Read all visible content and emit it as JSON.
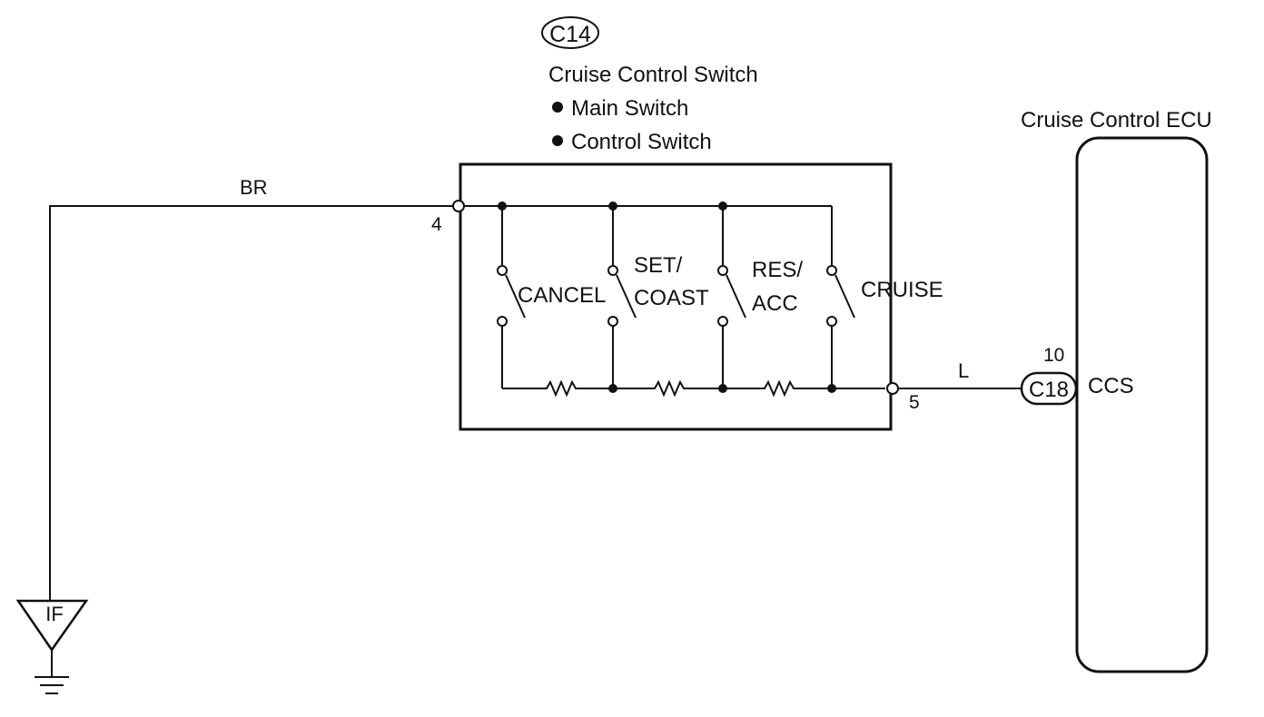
{
  "switch_assembly": {
    "connector_code": "C14",
    "title": "Cruise Control Switch",
    "bullets": [
      "Main Switch",
      "Control Switch"
    ],
    "switches": [
      {
        "label_lines": [
          "CANCEL"
        ]
      },
      {
        "label_lines": [
          "SET/",
          "COAST"
        ]
      },
      {
        "label_lines": [
          "RES/",
          "ACC"
        ]
      },
      {
        "label_lines": [
          "CRUISE"
        ]
      }
    ],
    "pin_in": "4",
    "pin_out": "5"
  },
  "wires": {
    "ground_wire_color": "BR",
    "signal_wire_color": "L"
  },
  "ground": {
    "label": "IF"
  },
  "ecu": {
    "title": "Cruise Control ECU",
    "connector_code": "C18",
    "pin_number": "10",
    "terminal": "CCS"
  },
  "colors": {
    "line": "#111111",
    "background": "#ffffff"
  }
}
